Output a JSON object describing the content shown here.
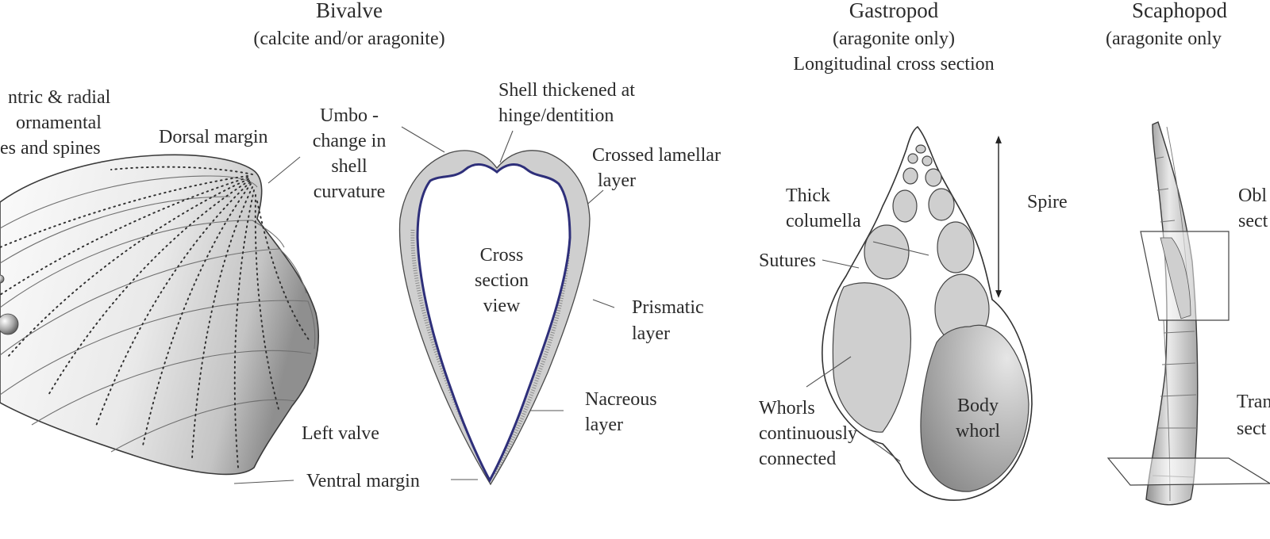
{
  "bivalve": {
    "title": "Bivalve",
    "subtitle": "(calcite and/or aragonite)",
    "labels": {
      "ornament_1": "ntric & radial",
      "ornament_2": "ornamental",
      "ornament_3": "es and spines",
      "dorsal_margin": "Dorsal margin",
      "umbo_1": "Umbo -",
      "umbo_2": "change in",
      "umbo_3": "shell",
      "umbo_4": "curvature",
      "left_valve": "Left valve",
      "ventral_margin": "Ventral margin",
      "hinge_1": "Shell thickened at",
      "hinge_2": "hinge/dentition",
      "crossed_1": "Crossed lamellar",
      "crossed_2": "layer",
      "cross_1": "Cross",
      "cross_2": "section",
      "cross_3": "view",
      "prismatic_1": "Prismatic",
      "prismatic_2": "layer",
      "nacreous_1": "Nacreous",
      "nacreous_2": "layer"
    }
  },
  "gastropod": {
    "title": "Gastropod",
    "subtitle_1": "(aragonite only)",
    "subtitle_2": "Longitudinal cross section",
    "labels": {
      "columella_1": "Thick",
      "columella_2": "columella",
      "sutures": "Sutures",
      "spire": "Spire",
      "whorls_1": "Whorls",
      "whorls_2": "continuously",
      "whorls_3": "connected",
      "body_1": "Body",
      "body_2": "whorl"
    }
  },
  "scaphopod": {
    "title": "Scaphopod",
    "subtitle": "(aragonite only",
    "labels": {
      "oblique_1": "Obl",
      "oblique_2": "sect",
      "transverse_1": "Tran",
      "transverse_2": "sect"
    }
  },
  "colors": {
    "nacreous_line": "#2e2f7a",
    "shell_light": "#f2f2f2",
    "shell_dark": "#8f8f8f"
  }
}
